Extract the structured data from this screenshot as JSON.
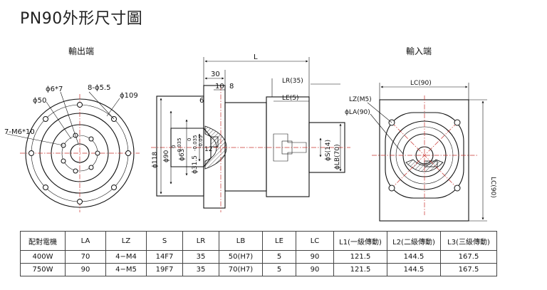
{
  "title": "PN90外形尺寸圖",
  "output_view": {
    "title": "輸出端",
    "labels": [
      "ϕ6*7",
      "8-ϕ5.5",
      "ϕ50",
      "ϕ109",
      "7-M6*10"
    ]
  },
  "side_view": {
    "dimensions": {
      "L": "L",
      "d30": "30",
      "d10": "10",
      "d8": "8",
      "d6": "6",
      "LR": "LR(35)",
      "LE": "LE(5)",
      "d118": "ϕ118",
      "d90": "ϕ90",
      "d90_tol_top": "0",
      "d90_tol_bot": "-0.035",
      "d63": "ϕ63",
      "d63_tol_top": "0",
      "d63_tol_bot": "-0.035",
      "d315": "ϕ31.5",
      "d315_tol": "-0.05",
      "d12": "12",
      "S": "ϕS(14)",
      "LB": "ϕLB(70)"
    }
  },
  "input_view": {
    "title": "輸入端",
    "labels": {
      "LC": "LC(90)",
      "LZ": "LZ(M5)",
      "LA": "ϕLA(90)",
      "LC_side": "LC(90)"
    }
  },
  "spec_table": {
    "headers": [
      "配對電機",
      "LA",
      "LZ",
      "S",
      "LR",
      "LB",
      "LE",
      "LC",
      "L1(一級傳動)",
      "L2(二級傳動)",
      "L3(三級傳動)"
    ],
    "rows": [
      [
        "400W",
        "70",
        "4−M4",
        "14F7",
        "35",
        "50(H7)",
        "5",
        "90",
        "121.5",
        "144.5",
        "167.5"
      ],
      [
        "750W",
        "90",
        "4−M5",
        "19F7",
        "35",
        "70(H7)",
        "5",
        "90",
        "121.5",
        "144.5",
        "167.5"
      ]
    ]
  },
  "colors": {
    "line": "#111111",
    "center_line": "#c8322e",
    "table_border": "#444444"
  }
}
